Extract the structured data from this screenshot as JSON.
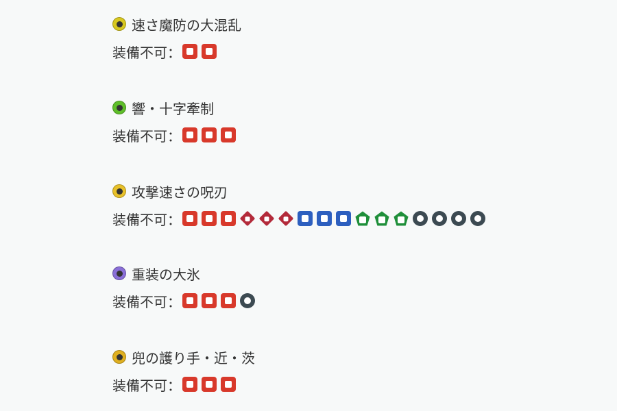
{
  "restriction_label": "装備不可：",
  "skills": [
    {
      "name": "速さ魔防の大混乱",
      "icon": "skill-speed-res-disruption-icon",
      "icon_color": "#d8c820",
      "restricted": [
        {
          "icon": "red-tome-icon",
          "color": "#d8392b",
          "shape": "square"
        },
        {
          "icon": "red-beast-icon",
          "color": "#d8392b",
          "shape": "square"
        }
      ]
    },
    {
      "name": "響・十字牽制",
      "icon": "skill-echo-cross-restraint-icon",
      "icon_color": "#5fbf2a",
      "restricted": [
        {
          "icon": "red-sword-icon",
          "color": "#d8392b",
          "shape": "square"
        },
        {
          "icon": "red-tome-icon",
          "color": "#d8392b",
          "shape": "square"
        },
        {
          "icon": "red-beast-icon",
          "color": "#d8392b",
          "shape": "square"
        }
      ]
    },
    {
      "name": "攻撃速さの呪刃",
      "icon": "skill-atk-spd-curse-blade-icon",
      "icon_color": "#e8c12a",
      "restricted": [
        {
          "icon": "red-tome-icon",
          "color": "#d8392b",
          "shape": "square"
        },
        {
          "icon": "red-beast-icon",
          "color": "#d8392b",
          "shape": "square"
        },
        {
          "icon": "red-dragon-icon",
          "color": "#d8392b",
          "shape": "square"
        },
        {
          "icon": "colorless-bow-red-icon",
          "color": "#b32a3a",
          "shape": "diamond"
        },
        {
          "icon": "colorless-dagger-red-icon",
          "color": "#b32a3a",
          "shape": "diamond"
        },
        {
          "icon": "colorless-beast-red-icon",
          "color": "#b32a3a",
          "shape": "diamond"
        },
        {
          "icon": "blue-lance-icon",
          "color": "#2d5fbf",
          "shape": "square"
        },
        {
          "icon": "blue-tome-icon",
          "color": "#2d5fbf",
          "shape": "square"
        },
        {
          "icon": "blue-beast-icon",
          "color": "#2d5fbf",
          "shape": "square"
        },
        {
          "icon": "green-axe-icon",
          "color": "#1f8f3a",
          "shape": "pent"
        },
        {
          "icon": "green-tome-icon",
          "color": "#1f8f3a",
          "shape": "pent"
        },
        {
          "icon": "green-beast-icon",
          "color": "#1f8f3a",
          "shape": "pent"
        },
        {
          "icon": "colorless-staff-icon",
          "color": "#3c4a52",
          "shape": "circle"
        },
        {
          "icon": "colorless-dagger-icon",
          "color": "#3c4a52",
          "shape": "circle"
        },
        {
          "icon": "colorless-tome-icon",
          "color": "#3c4a52",
          "shape": "circle"
        },
        {
          "icon": "colorless-beast-icon",
          "color": "#3c4a52",
          "shape": "circle"
        }
      ]
    },
    {
      "name": "重装の大氷",
      "icon": "skill-armor-glacies-icon",
      "icon_color": "#8a6fd8",
      "restricted": [
        {
          "icon": "red-sword-icon",
          "color": "#d8392b",
          "shape": "square"
        },
        {
          "icon": "red-beast-icon",
          "color": "#d8392b",
          "shape": "square"
        },
        {
          "icon": "red-dragon-icon",
          "color": "#d8392b",
          "shape": "square"
        },
        {
          "icon": "colorless-staff-icon",
          "color": "#3c4a52",
          "shape": "circle"
        }
      ]
    },
    {
      "name": "兜の護り手・近・茨",
      "icon": "skill-helm-guard-close-thorns-icon",
      "icon_color": "#e0b020",
      "restricted": [
        {
          "icon": "red-sword-icon",
          "color": "#d8392b",
          "shape": "square"
        },
        {
          "icon": "red-beast-icon",
          "color": "#d8392b",
          "shape": "square"
        },
        {
          "icon": "red-dragon-icon",
          "color": "#d8392b",
          "shape": "square"
        }
      ]
    }
  ]
}
